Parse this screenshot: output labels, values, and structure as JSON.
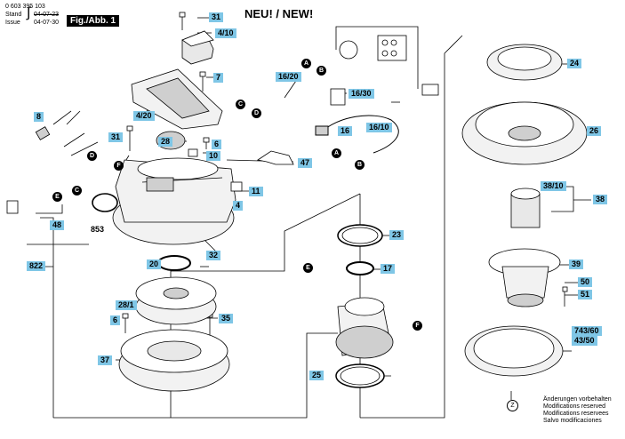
{
  "header": {
    "doc_number": "0 603 395 103",
    "stand_label": "Stand",
    "stand_value": "04-07-23",
    "issue_label": "Issue",
    "issue_value": "04-07-30",
    "figure_label": "Fig./Abb. 1",
    "title": "NEU! / NEW!"
  },
  "part_labels": [
    "31",
    "4/10",
    "7",
    "4/20",
    "16/20",
    "16/30",
    "8",
    "31",
    "28",
    "6",
    "10",
    "47",
    "11",
    "4",
    "853",
    "32",
    "48",
    "822",
    "20",
    "28/1",
    "6",
    "35",
    "37",
    "16",
    "16/10",
    "23",
    "17",
    "25",
    "24",
    "26",
    "38/10",
    "38",
    "39",
    "50",
    "51",
    "743/60",
    "43/50"
  ],
  "connector_labels": [
    "A",
    "B",
    "C",
    "D",
    "E",
    "C",
    "D",
    "F",
    "A",
    "B",
    "E",
    "F"
  ],
  "z_marker": "Z",
  "notes": [
    "Änderungen vorbehalten",
    "Modifications reserved",
    "Modifications reservees",
    "Salvo modificaciones"
  ],
  "colors": {
    "label_bg": "#7fc6e6",
    "line": "#000000",
    "part_fill": "#f2f2f2",
    "part_shade": "#cfcfcf"
  }
}
